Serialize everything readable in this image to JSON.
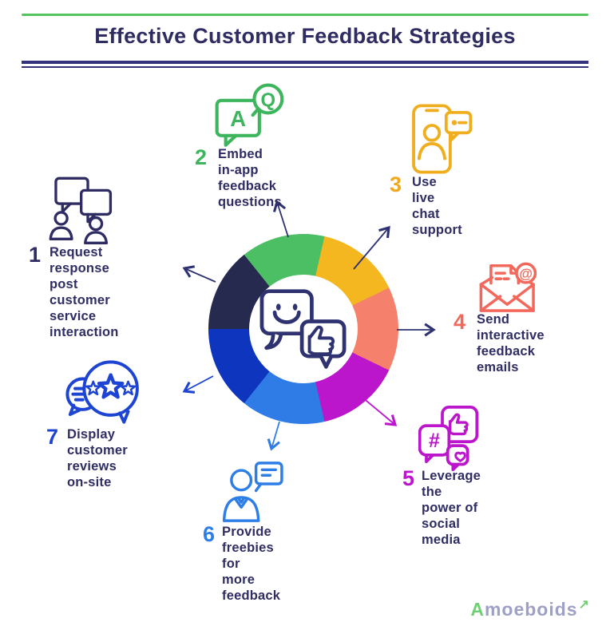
{
  "header": {
    "title": "Effective Customer Feedback Strategies"
  },
  "items": [
    {
      "num": "1",
      "label": "Request response\npost customer\nservice\ninteraction",
      "color": "#2e2c62",
      "icon": "people-conversation-icon"
    },
    {
      "num": "2",
      "label": "Embed in-app\nfeedback\nquestions",
      "color": "#3cb55c",
      "icon": "question-answer-bubbles-icon"
    },
    {
      "num": "3",
      "label": "Use live\nchat\nsupport",
      "color": "#f0a81c",
      "icon": "phone-live-chat-icon"
    },
    {
      "num": "4",
      "label": "Send interactive\nfeedback\nemails",
      "color": "#f2695c",
      "icon": "interactive-email-icon"
    },
    {
      "num": "5",
      "label": "Leverage the\npower of social\nmedia",
      "color": "#bb16cb",
      "icon": "social-media-bubbles-icon"
    },
    {
      "num": "6",
      "label": "Provide\nfreebies for\nmore\nfeedback",
      "color": "#2e7ee8",
      "icon": "person-speech-bubble-icon"
    },
    {
      "num": "7",
      "label": "Display\ncustomer\nreviews on-site",
      "color": "#1d44d3",
      "icon": "star-reviews-bubbles-icon"
    }
  ],
  "chart_data": {
    "type": "pie",
    "title": "Effective Customer Feedback Strategies",
    "note": "equal-width decorative donut, 7 segments, starts -38.57deg from top, clockwise",
    "segments": [
      {
        "label": "Embed in-app feedback questions",
        "value": 1,
        "color": "#4cbe63"
      },
      {
        "label": "Use live chat support",
        "value": 1,
        "color": "#f5b71f"
      },
      {
        "label": "Send interactive feedback emails",
        "value": 1,
        "color": "#f5806b"
      },
      {
        "label": "Leverage the power of social media",
        "value": 1,
        "color": "#bb16cb"
      },
      {
        "label": "Provide freebies for more feedback",
        "value": 1,
        "color": "#2f7ce6"
      },
      {
        "label": "Display customer reviews on-site",
        "value": 1,
        "color": "#0d35bd"
      },
      {
        "label": "Request response post customer service interaction",
        "value": 1,
        "color": "#262a4e"
      }
    ]
  },
  "logo": {
    "first_letter": "A",
    "rest": "moeboids",
    "arrow": "↗"
  },
  "colors": {
    "title": "#2e2c62",
    "top_rule": "#56c45e",
    "divider": "#34327a",
    "label_text": "#2f2d64",
    "center_icon": "#2e3271"
  }
}
